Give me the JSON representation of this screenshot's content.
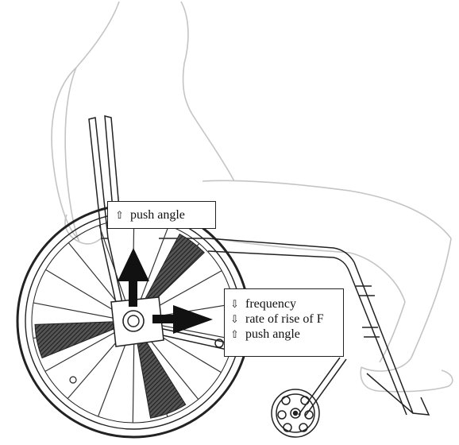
{
  "labels": {
    "top_box": {
      "lines": [
        {
          "icon": "up-arrow-icon",
          "text": "push angle"
        }
      ]
    },
    "right_box": {
      "lines": [
        {
          "icon": "down-arrow-icon",
          "text": "frequency"
        },
        {
          "icon": "down-arrow-icon",
          "text": "rate of rise of F"
        },
        {
          "icon": "up-arrow-icon",
          "text": "push angle"
        }
      ]
    }
  },
  "glyphs": {
    "up": "⇧",
    "down": "⇩"
  }
}
